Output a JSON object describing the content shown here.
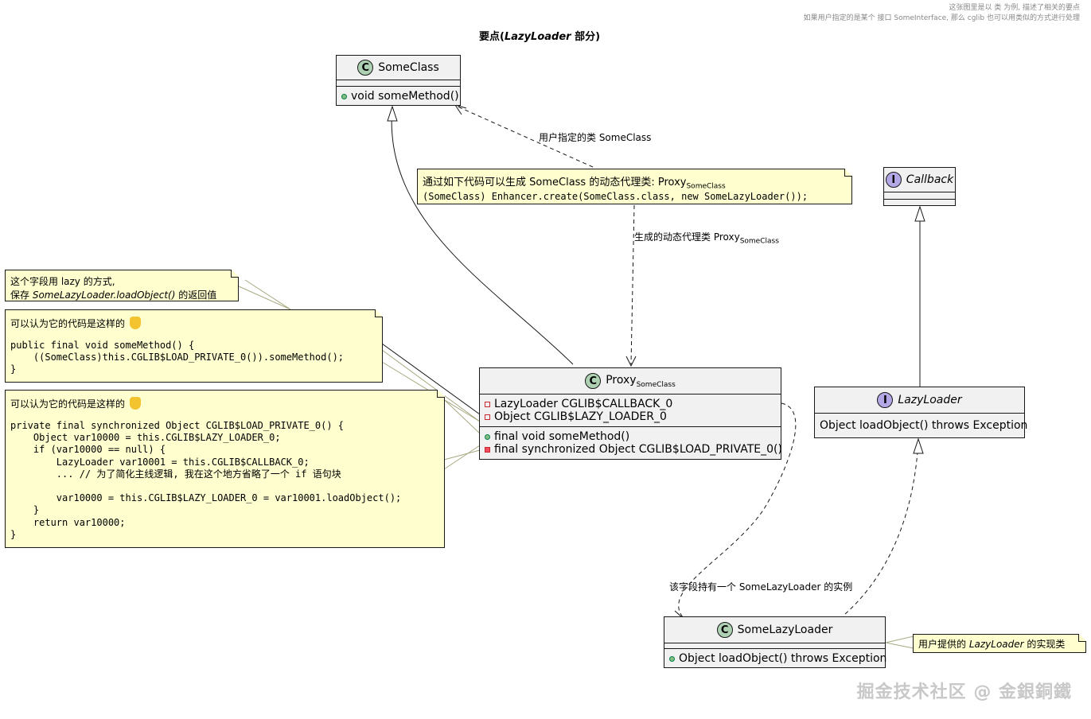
{
  "top_note": {
    "line1": "这张图里是以 类 为例, 描述了相关的要点",
    "line2": "如果用户指定的是某个 接口 SomeInterface, 那么 cglib 也可以用类似的方式进行处理"
  },
  "title": {
    "prefix": "要点(",
    "name": "LazyLoader",
    "suffix": " 部分)"
  },
  "classes": {
    "someclass": {
      "stereotype": "C",
      "name": "SomeClass",
      "methods": [
        "void someMethod()"
      ]
    },
    "callback": {
      "stereotype": "I",
      "name": "Callback"
    },
    "proxy": {
      "stereotype": "C",
      "name": "Proxy",
      "name_sub": "SomeClass",
      "fields": [
        "LazyLoader CGLIB$CALLBACK_0",
        "Object CGLIB$LAZY_LOADER_0"
      ],
      "methods": [
        "final void someMethod()",
        "final synchronized Object CGLIB$LOAD_PRIVATE_0()"
      ]
    },
    "lazyloader": {
      "stereotype": "I",
      "name": "LazyLoader",
      "methods": [
        "Object loadObject() throws Exception"
      ]
    },
    "somelazyloader": {
      "stereotype": "C",
      "name": "SomeLazyLoader",
      "methods": [
        "Object loadObject() throws Exception"
      ]
    }
  },
  "notes": {
    "enhancer": {
      "line1_prefix": "通过如下代码可以生成 SomeClass 的动态代理类: Proxy",
      "line1_sub": "SomeClass",
      "code": "(SomeClass) Enhancer.create(SomeClass.class, new SomeLazyLoader());"
    },
    "lazy_field": {
      "line1": "这个字段用 lazy 的方式,",
      "line2_prefix": "保存 ",
      "line2_italic": "SomeLazyLoader.loadObject()",
      "line2_suffix": " 的返回值"
    },
    "some_method": {
      "heading": "可以认为它的代码是这样的",
      "code": "public final void someMethod() {\n    ((SomeClass)this.CGLIB$LOAD_PRIVATE_0()).someMethod();\n}"
    },
    "load_private": {
      "heading": "可以认为它的代码是这样的",
      "code": "private final synchronized Object CGLIB$LOAD_PRIVATE_0() {\n    Object var10000 = this.CGLIB$LAZY_LOADER_0;\n    if (var10000 == null) {\n        LazyLoader var10001 = this.CGLIB$CALLBACK_0;\n        ... // 为了简化主线逻辑, 我在这个地方省略了一个 if 语句块\n\n        var10000 = this.CGLIB$LAZY_LOADER_0 = var10001.loadObject();\n    }\n    return var10000;\n}"
    },
    "impl": {
      "prefix": "用户提供的 ",
      "italic": "LazyLoader",
      "suffix": " 的实现类"
    }
  },
  "labels": {
    "user_specified": "用户指定的类 SomeClass",
    "generated_prefix": "生成的动态代理类 Proxy",
    "generated_sub": "SomeClass",
    "holds_instance": "该字段持有一个 SomeLazyLoader 的实例"
  },
  "watermark": "掘金技术社区 @ 金銀銅鐵"
}
